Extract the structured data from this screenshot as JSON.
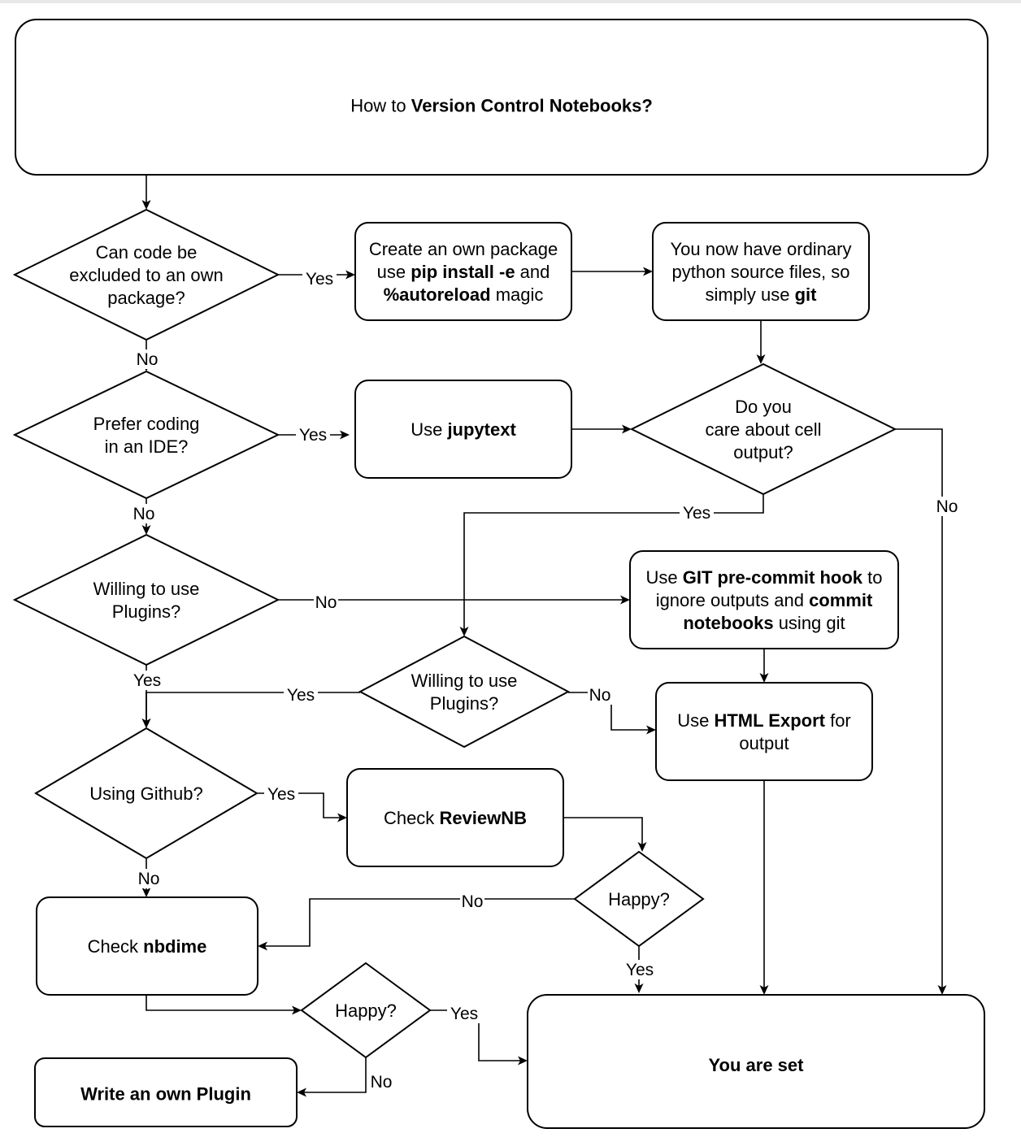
{
  "diagram": {
    "nodes": [
      {
        "id": "title",
        "shape": "rect",
        "font": 50,
        "lines": [
          [
            {
              "t": "How to "
            },
            {
              "t": "Version Control Notebooks?",
              "b": true
            }
          ]
        ]
      },
      {
        "id": "q_package",
        "shape": "diamond",
        "font": 22,
        "lines": [
          [
            {
              "t": "Can code be"
            }
          ],
          [
            {
              "t": "excluded to an  own"
            }
          ],
          [
            {
              "t": "package?"
            }
          ]
        ]
      },
      {
        "id": "create_pkg",
        "shape": "rect",
        "font": 22,
        "lines": [
          [
            {
              "t": "Create an own package"
            }
          ],
          [
            {
              "t": "use "
            },
            {
              "t": "pip install -e",
              "b": true
            },
            {
              "t": " and"
            }
          ],
          [
            {
              "t": "%autoreload",
              "b": true
            },
            {
              "t": " magic"
            }
          ]
        ]
      },
      {
        "id": "ordinary",
        "shape": "rect",
        "font": 22,
        "lines": [
          [
            {
              "t": "You now have ordinary"
            }
          ],
          [
            {
              "t": "python source files, so"
            }
          ],
          [
            {
              "t": "simply use "
            },
            {
              "t": "git",
              "b": true
            }
          ]
        ]
      },
      {
        "id": "q_ide",
        "shape": "diamond",
        "font": 22,
        "lines": [
          [
            {
              "t": "Prefer coding"
            }
          ],
          [
            {
              "t": "in an IDE?"
            }
          ]
        ]
      },
      {
        "id": "jupytext",
        "shape": "rect",
        "font": 22,
        "lines": [
          [
            {
              "t": "Use "
            },
            {
              "t": "jupytext",
              "b": true
            }
          ]
        ]
      },
      {
        "id": "q_output",
        "shape": "diamond",
        "font": 22,
        "lines": [
          [
            {
              "t": "Do you"
            }
          ],
          [
            {
              "t": "care about cell"
            }
          ],
          [
            {
              "t": "output?"
            }
          ]
        ]
      },
      {
        "id": "q_plugins1",
        "shape": "diamond",
        "font": 22,
        "lines": [
          [
            {
              "t": "Willing to use"
            }
          ],
          [
            {
              "t": "Plugins?"
            }
          ]
        ]
      },
      {
        "id": "precommit",
        "shape": "rect",
        "font": 22,
        "lines": [
          [
            {
              "t": "Use "
            },
            {
              "t": "GIT pre-commit hook",
              "b": true
            },
            {
              "t": " to"
            }
          ],
          [
            {
              "t": "ignore outputs and "
            },
            {
              "t": "commit",
              "b": true
            }
          ],
          [
            {
              "t": "notebooks",
              "b": true
            },
            {
              "t": " using git"
            }
          ]
        ]
      },
      {
        "id": "q_plugins2",
        "shape": "diamond",
        "font": 22,
        "lines": [
          [
            {
              "t": "Willing to use"
            }
          ],
          [
            {
              "t": "Plugins?"
            }
          ]
        ]
      },
      {
        "id": "html_export",
        "shape": "rect",
        "font": 22,
        "lines": [
          [
            {
              "t": "Use "
            },
            {
              "t": "HTML Export",
              "b": true
            },
            {
              "t": " for"
            }
          ],
          [
            {
              "t": "output"
            }
          ]
        ]
      },
      {
        "id": "q_github",
        "shape": "diamond",
        "font": 22,
        "lines": [
          [
            {
              "t": "Using Github?"
            }
          ]
        ]
      },
      {
        "id": "reviewnb",
        "shape": "rect",
        "font": 22,
        "lines": [
          [
            {
              "t": "Check "
            },
            {
              "t": "ReviewNB",
              "b": true
            }
          ]
        ]
      },
      {
        "id": "q_happy1",
        "shape": "diamond",
        "font": 22,
        "lines": [
          [
            {
              "t": "Happy?"
            }
          ]
        ]
      },
      {
        "id": "nbdime",
        "shape": "rect",
        "font": 22,
        "lines": [
          [
            {
              "t": "Check "
            },
            {
              "t": "nbdime",
              "b": true
            }
          ]
        ]
      },
      {
        "id": "q_happy2",
        "shape": "diamond",
        "font": 22,
        "lines": [
          [
            {
              "t": "Happy?"
            }
          ]
        ]
      },
      {
        "id": "own_plugin",
        "shape": "rect",
        "font": 27,
        "lines": [
          [
            {
              "t": "Write an own Plugin",
              "b": true
            }
          ]
        ]
      },
      {
        "id": "you_are_set",
        "shape": "rect",
        "font": 34,
        "lines": [
          [
            {
              "t": "You are set",
              "b": true
            }
          ]
        ]
      }
    ],
    "edges": [
      {
        "id": "e_title_pkg",
        "from": "title",
        "to": "q_package",
        "label": ""
      },
      {
        "id": "e_pkg_yes",
        "from": "q_package",
        "to": "create_pkg",
        "label": "Yes"
      },
      {
        "id": "e_create_ord",
        "from": "create_pkg",
        "to": "ordinary",
        "label": ""
      },
      {
        "id": "e_ord_output",
        "from": "ordinary",
        "to": "q_output",
        "label": ""
      },
      {
        "id": "e_pkg_no",
        "from": "q_package",
        "to": "q_ide",
        "label": "No"
      },
      {
        "id": "e_ide_yes",
        "from": "q_ide",
        "to": "jupytext",
        "label": "Yes"
      },
      {
        "id": "e_jt_output",
        "from": "jupytext",
        "to": "q_output",
        "label": ""
      },
      {
        "id": "e_output_no",
        "from": "q_output",
        "to": "you_are_set",
        "label": "No"
      },
      {
        "id": "e_output_yes",
        "from": "q_output",
        "to": "q_plugins2",
        "label": "Yes"
      },
      {
        "id": "e_ide_no",
        "from": "q_ide",
        "to": "q_plugins1",
        "label": "No"
      },
      {
        "id": "e_plug1_no",
        "from": "q_plugins1",
        "to": "precommit",
        "label": "No"
      },
      {
        "id": "e_plug1_yes",
        "from": "q_plugins1",
        "to": "q_github",
        "label": "Yes"
      },
      {
        "id": "e_plug2_yes",
        "from": "q_plugins2",
        "to": "q_github",
        "label": "Yes"
      },
      {
        "id": "e_plug2_no",
        "from": "q_plugins2",
        "to": "html_export",
        "label": "No"
      },
      {
        "id": "e_pre_html",
        "from": "precommit",
        "to": "html_export",
        "label": ""
      },
      {
        "id": "e_html_set",
        "from": "html_export",
        "to": "you_are_set",
        "label": ""
      },
      {
        "id": "e_gh_yes",
        "from": "q_github",
        "to": "reviewnb",
        "label": "Yes"
      },
      {
        "id": "e_gh_no",
        "from": "q_github",
        "to": "nbdime",
        "label": "No"
      },
      {
        "id": "e_rev_happy",
        "from": "reviewnb",
        "to": "q_happy1",
        "label": ""
      },
      {
        "id": "e_happy1_no",
        "from": "q_happy1",
        "to": "nbdime",
        "label": "No"
      },
      {
        "id": "e_happy1_yes",
        "from": "q_happy1",
        "to": "you_are_set",
        "label": "Yes"
      },
      {
        "id": "e_nbd_happy",
        "from": "nbdime",
        "to": "q_happy2",
        "label": ""
      },
      {
        "id": "e_happy2_yes",
        "from": "q_happy2",
        "to": "you_are_set",
        "label": "Yes"
      },
      {
        "id": "e_happy2_no",
        "from": "q_happy2",
        "to": "own_plugin",
        "label": "No"
      }
    ]
  }
}
